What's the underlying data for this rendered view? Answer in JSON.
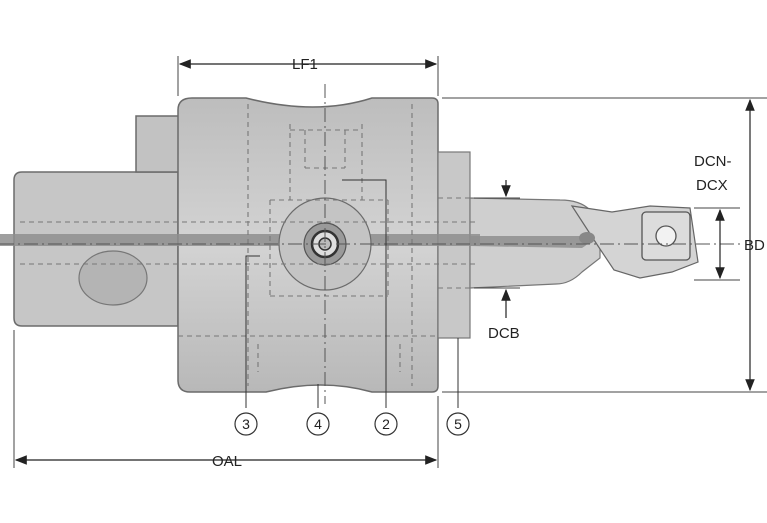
{
  "dimensions": {
    "lf1": "LF1",
    "oal": "OAL",
    "bd": "BD",
    "dcb": "DCB",
    "dcn_dcx_line1": "DCN-",
    "dcn_dcx_line2": "DCX"
  },
  "callouts": [
    "3",
    "4",
    "2",
    "5"
  ],
  "colors": {
    "body_fill": "#c9c9c9",
    "body_stroke": "#6b6b6b",
    "shank_fill": "#c4c4c4",
    "line": "#333333",
    "hidden_line": "#777777"
  }
}
